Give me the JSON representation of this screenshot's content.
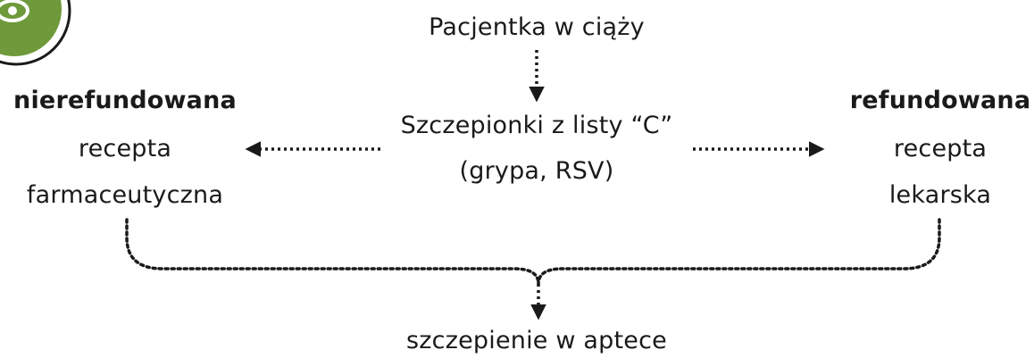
{
  "colors": {
    "text": "#1a1a1a",
    "connector": "#1a1a1a",
    "badge_green": "#6e9a3b",
    "badge_ring": "#1a1a1a"
  },
  "icons": {
    "badge": "eye-icon"
  },
  "top": {
    "label": "Pacjentka w ciąży"
  },
  "middle": {
    "line1": "Szczepionki z listy “C”",
    "line2": "(grypa, RSV)"
  },
  "left": {
    "title": "nierefundowana",
    "line1": "recepta",
    "line2": "farmaceutyczna"
  },
  "right": {
    "title": "refundowana",
    "line1": "recepta",
    "line2": "lekarska"
  },
  "bottom": {
    "label": "szczepienie w aptece"
  }
}
